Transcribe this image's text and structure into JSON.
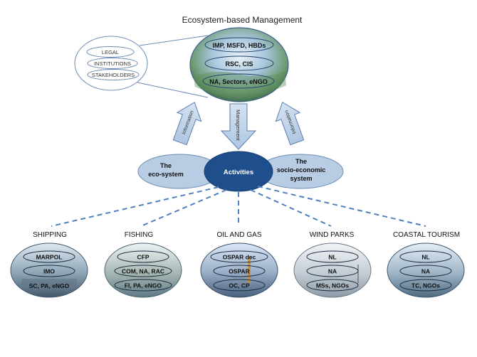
{
  "title": "Ecosystem-based Management",
  "governance": {
    "items": [
      "LEGAL",
      "INSTITUTIONS",
      "STAKEHOLDERS"
    ]
  },
  "top_oval": {
    "items": [
      "IMP, MSFD, HBDs",
      "RSC, CIS",
      "NA, Sectors, eNGO"
    ]
  },
  "arrows": {
    "left": "Information",
    "center": "Management",
    "right": "Information"
  },
  "center_row": {
    "left_line1": "The",
    "left_line2": "eco-system",
    "center": "Activities",
    "right_line1": "The",
    "right_line2": "socio-economic",
    "right_line3": "system"
  },
  "sectors": [
    {
      "label": "SHIPPING",
      "items": [
        "MARPOL",
        "IMO",
        "SC, PA, eNGO"
      ]
    },
    {
      "label": "FISHING",
      "items": [
        "CFP",
        "COM, NA, RAC",
        "FI, PA, eNGO"
      ]
    },
    {
      "label": "OIL AND GAS",
      "items": [
        "OSPAR dec",
        "OSPAR",
        "OC, CP"
      ]
    },
    {
      "label": "WIND PARKS",
      "items": [
        "NL",
        "NA",
        "MSs, NGOs"
      ]
    },
    {
      "label": "COASTAL TOURISM",
      "items": [
        "NL",
        "NA",
        "TC, NGOs"
      ]
    }
  ],
  "colors": {
    "accent_blue": "#1f4e8c",
    "light_blue": "#b8cce4",
    "outline": "#4a6fa5",
    "dashed": "#4f81bd"
  }
}
